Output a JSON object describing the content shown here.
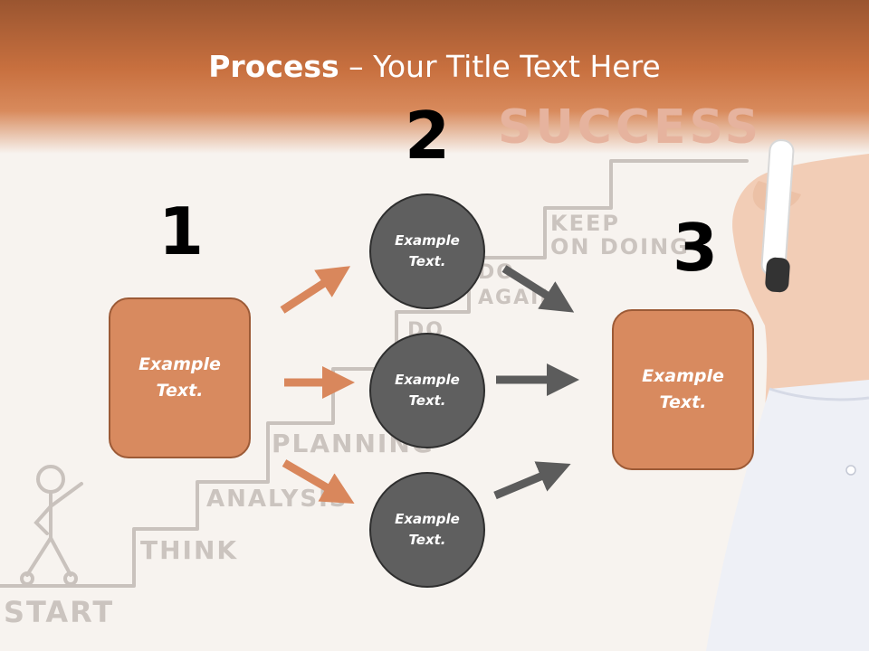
{
  "title": {
    "bold": "Process",
    "rest": " – Your Title Text Here"
  },
  "steps": [
    {
      "number": "1",
      "text": "Example\nText."
    },
    {
      "number": "2"
    },
    {
      "number": "3",
      "text": "Example\nText."
    }
  ],
  "circles": [
    {
      "text": "Example\nText."
    },
    {
      "text": "Example\nText."
    },
    {
      "text": "Example\nText."
    }
  ],
  "background_words": {
    "success": "SUCCESS",
    "keep": "KEEP",
    "on_doing": "ON DOING",
    "do": "DO",
    "again": "AGAIN",
    "planning": "PLANNING",
    "analysis": "ANALYSIS",
    "think": "THINK",
    "start": "START"
  },
  "colors": {
    "accent_orange": "#d88a5f",
    "arrow_orange": "#d9875c",
    "arrow_gray": "#5c5c5c",
    "circle_gray": "#5f5f5f"
  }
}
